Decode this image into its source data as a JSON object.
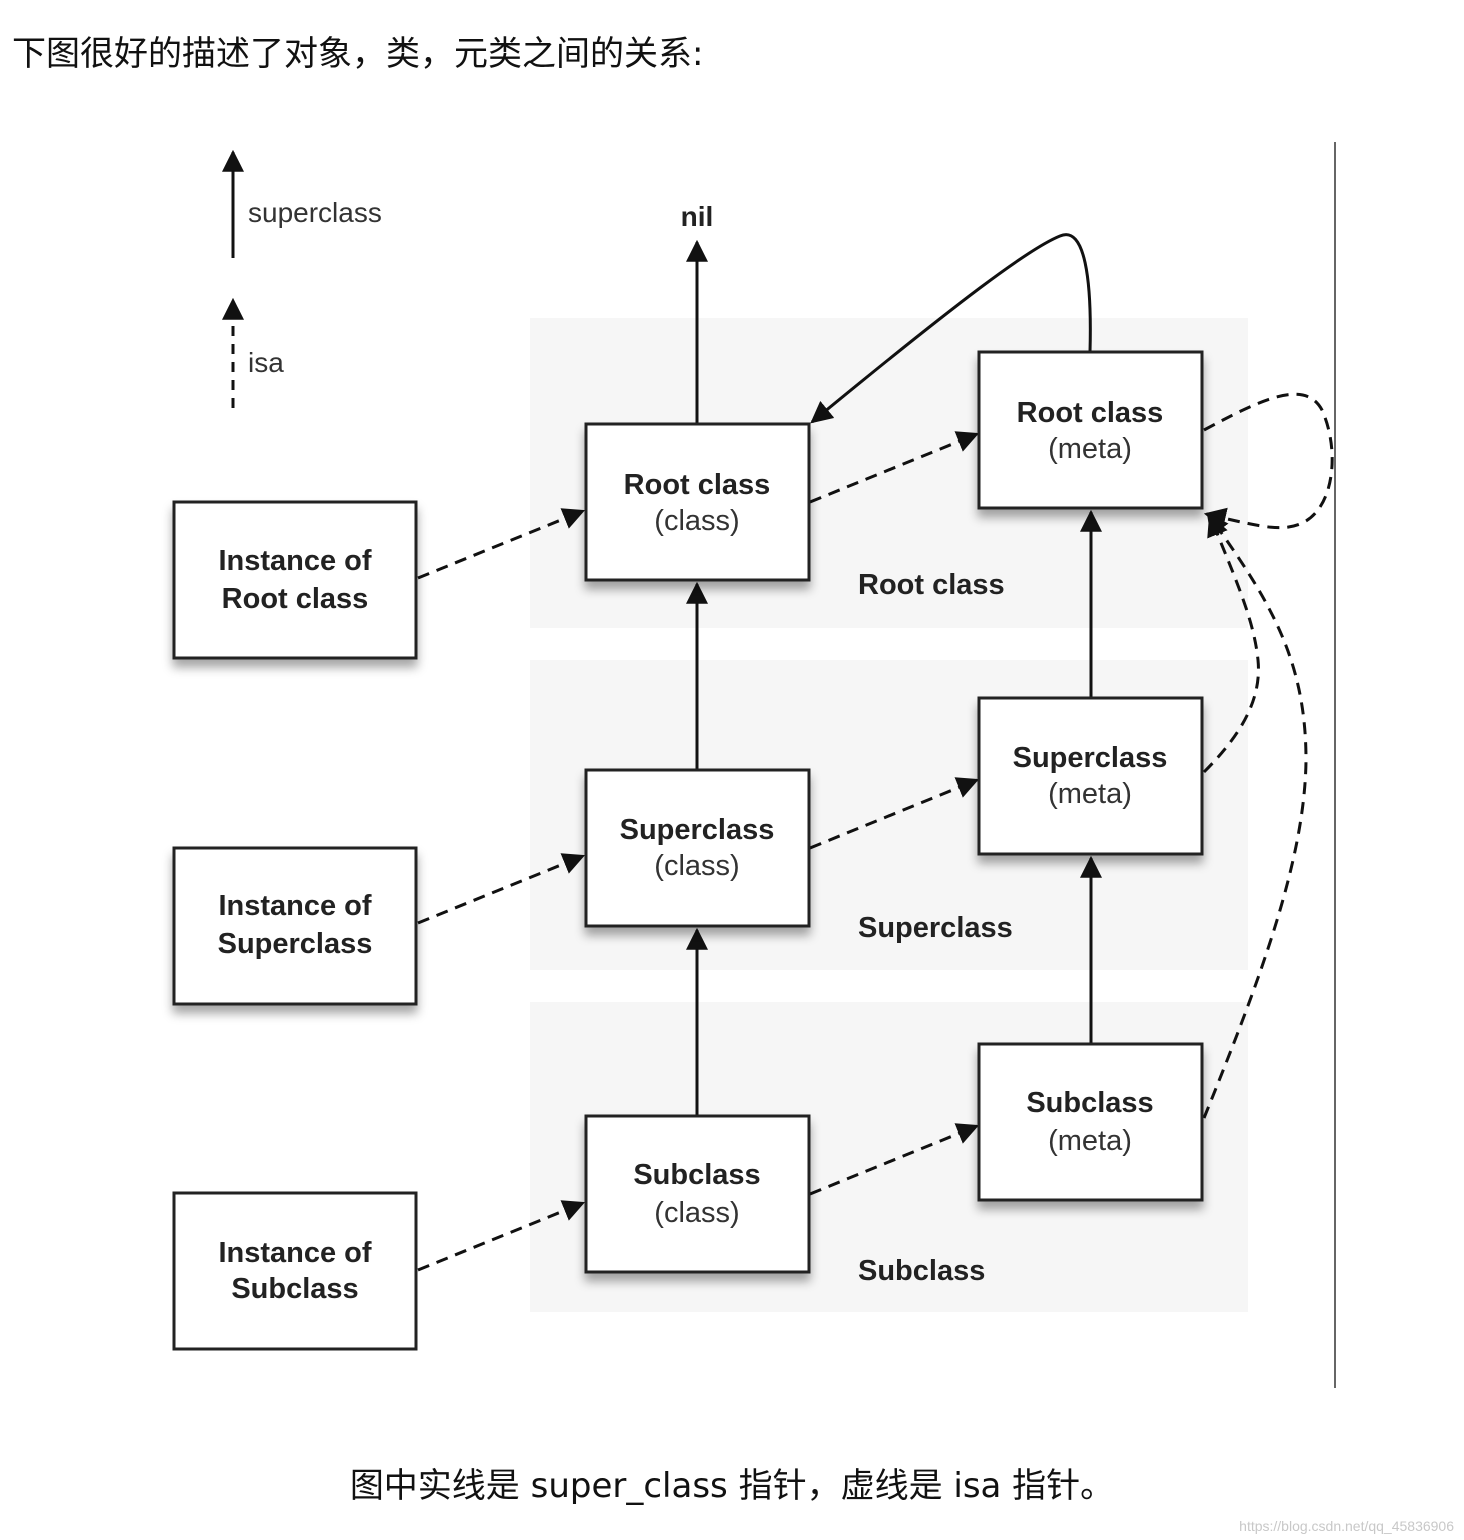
{
  "intro": "下图很好的描述了对象，类，元类之间的关系:",
  "caption": "图中实线是 super_class 指针，虚线是 isa 指针。",
  "watermark": "https://blog.csdn.net/qq_45836906",
  "legend": {
    "superclass": "superclass",
    "isa": "isa"
  },
  "nil": "nil",
  "rows": {
    "root": "Root class",
    "superclass": "Superclass",
    "subclass": "Subclass"
  },
  "instances": {
    "root": [
      "Instance of",
      "Root class"
    ],
    "superclass": [
      "Instance of",
      "Superclass"
    ],
    "subclass": [
      "Instance of",
      "Subclass"
    ]
  },
  "classes": {
    "root": [
      "Root class",
      "(class)"
    ],
    "superclass": [
      "Superclass",
      "(class)"
    ],
    "subclass": [
      "Subclass",
      "(class)"
    ]
  },
  "metas": {
    "root": [
      "Root class",
      "(meta)"
    ],
    "superclass": [
      "Superclass",
      "(meta)"
    ],
    "subclass": [
      "Subclass",
      "(meta)"
    ]
  }
}
